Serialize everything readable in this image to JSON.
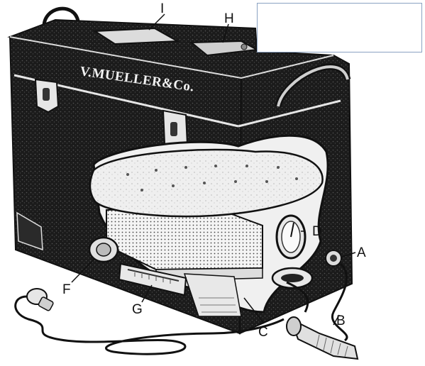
{
  "brand_text": "V.MUELLER&Co.",
  "labels": {
    "a": "A",
    "b": "B",
    "c": "C",
    "d": "D",
    "f": "F",
    "g": "G",
    "h": "H",
    "i": "I"
  },
  "callout_text": "",
  "colors": {
    "case": "#1b1b1b",
    "case_texture": "#4a4a4a",
    "cushion": "#ececec",
    "line": "#111111",
    "box_border": "#8aa2c2"
  }
}
